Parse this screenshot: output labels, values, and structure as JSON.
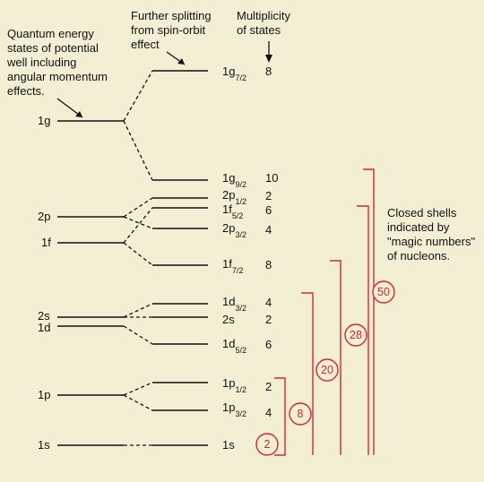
{
  "annotations": {
    "left": [
      "Quantum energy",
      "states of potential",
      "well including",
      "angular momentum",
      "effects."
    ],
    "middle": [
      "Further splitting",
      "from spin-orbit",
      "effect"
    ],
    "right": [
      "Multiplicity",
      "of states"
    ],
    "closed": [
      "Closed shells",
      "indicated by",
      "\"magic numbers\"",
      "of nucleons."
    ]
  },
  "left_levels": [
    {
      "label": "1g"
    },
    {
      "label": "2p"
    },
    {
      "label": "1f"
    },
    {
      "label": "2s"
    },
    {
      "label": "1d"
    },
    {
      "label": "1p"
    },
    {
      "label": "1s"
    }
  ],
  "split_levels": [
    {
      "main": "1g",
      "sub": "7/2",
      "mult": "8"
    },
    {
      "main": "1g",
      "sub": "9/2",
      "mult": "10"
    },
    {
      "main": "2p",
      "sub": "1/2",
      "mult": "2"
    },
    {
      "main": "1f",
      "sub": "5/2",
      "mult": "6"
    },
    {
      "main": "2p",
      "sub": "3/2",
      "mult": "4"
    },
    {
      "main": "1f",
      "sub": "7/2",
      "mult": "8"
    },
    {
      "main": "1d",
      "sub": "3/2",
      "mult": "4"
    },
    {
      "main": "2s",
      "sub": "",
      "mult": "2"
    },
    {
      "main": "1d",
      "sub": "5/2",
      "mult": "6"
    },
    {
      "main": "1p",
      "sub": "1/2",
      "mult": "2"
    },
    {
      "main": "1p",
      "sub": "3/2",
      "mult": "4"
    },
    {
      "main": "1s",
      "sub": "",
      "mult": "2"
    }
  ],
  "magic_numbers": [
    "2",
    "8",
    "20",
    "28",
    "50"
  ],
  "colors": {
    "background": "#f3efd4",
    "ink": "#111111",
    "magic": "#d8262e"
  }
}
